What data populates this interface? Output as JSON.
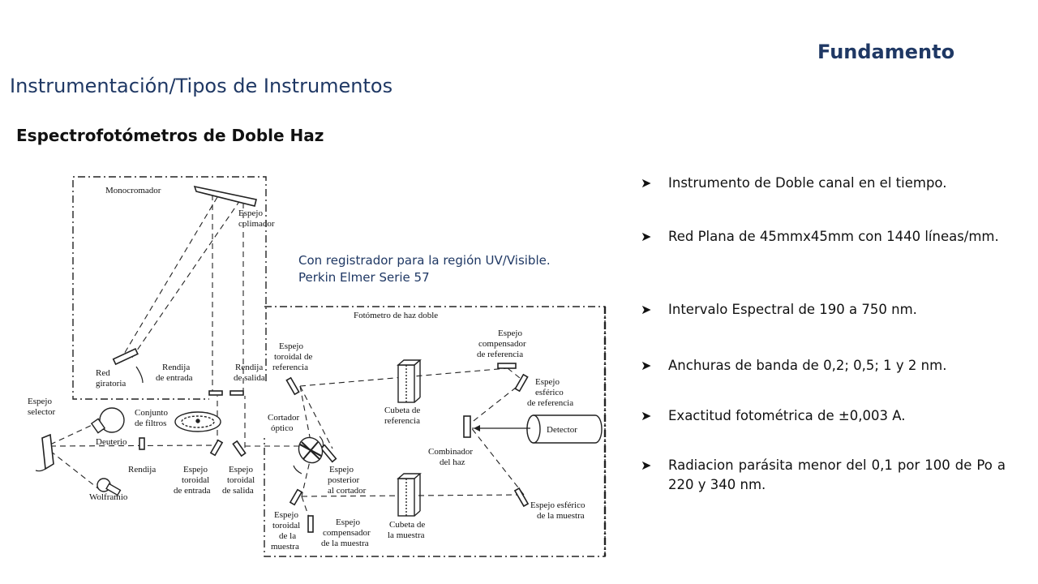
{
  "header": {
    "section": "Fundamento",
    "title": "Instrumentación/Tipos de Instrumentos",
    "subtitle": "Espectrofotómetros  de Doble Haz"
  },
  "note": {
    "line1": "Con registrador para la región UV/Visible.",
    "line2": "Perkin Elmer Serie 57"
  },
  "bullets": [
    "Instrumento de Doble canal en el tiempo.",
    "Red Plana de 45mmx45mm con 1440 líneas/mm.",
    "Intervalo Espectral de 190 a 750 nm.",
    "Anchuras de banda de 0,2; 0,5; 1 y 2 nm.",
    "Exactitud fotométrica de ±0,003 A.",
    "Radiacion parásita menor del 0,1 por 100 de Po a 220 y 340 nm."
  ],
  "bullet_icon": "arrow-bullet-icon",
  "colors": {
    "title": "#1f3864",
    "text": "#111111"
  },
  "diagram": {
    "box_monocromador": "Monocromador",
    "box_fotometro": "Fotómetro de haz doble",
    "espejo_colimador": [
      "Espejo",
      "colimador"
    ],
    "red_giratoria": [
      "Red",
      "giratoria"
    ],
    "rendija_entrada": [
      "Rendija",
      "de entrada"
    ],
    "rendija_salida": [
      "Rendija",
      "de salida"
    ],
    "espejo_selector": [
      "Espejo",
      "selector"
    ],
    "conjunto_filtros": [
      "Conjunto",
      "de filtros"
    ],
    "deuterio": "Deuterio",
    "rendija": "Rendija",
    "wolframio": "Wolframio",
    "espejo_toroidal_entrada": [
      "Espejo",
      "toroidal",
      "de entrada"
    ],
    "espejo_toroidal_salida": [
      "Espejo",
      "toroidal",
      "de salida"
    ],
    "cortador_optico": [
      "Cortador",
      "óptico"
    ],
    "espejo_posterior": [
      "Espejo",
      "posterior",
      "al cortador"
    ],
    "espejo_toroidal_referencia": [
      "Espejo",
      "toroidal de",
      "referencia"
    ],
    "cubeta_referencia": [
      "Cubeta de",
      "referencia"
    ],
    "espejo_compensador_referencia": [
      "Espejo",
      "compensador",
      "de referencia"
    ],
    "espejo_esferico_referencia": [
      "Espejo",
      "esférico",
      "de referencia"
    ],
    "detector": "Detector",
    "combinador_haz": [
      "Combinador",
      "del haz"
    ],
    "espejo_esferico_muestra": [
      "Espejo esférico",
      "de la muestra"
    ],
    "cubeta_muestra": [
      "Cubeta de",
      "la muestra"
    ],
    "espejo_compensador_muestra": [
      "Espejo",
      "compensador",
      "de la muestra"
    ],
    "espejo_toroidal_muestra": [
      "Espejo",
      "toroidal",
      "de la",
      "muestra"
    ]
  }
}
